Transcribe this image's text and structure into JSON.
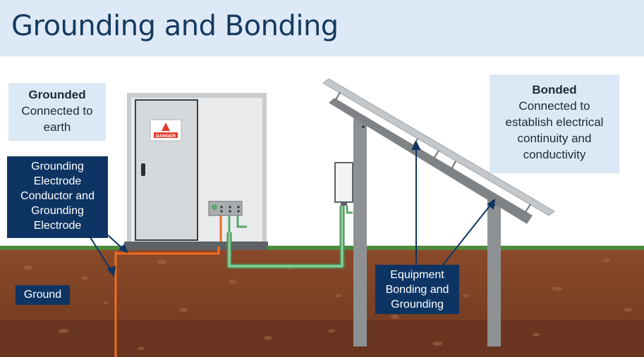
{
  "title": "Grounding and Bonding",
  "grounded": {
    "heading": "Grounded",
    "lines": [
      "Connected to",
      "earth"
    ]
  },
  "bonded": {
    "heading": "Bonded",
    "lines": [
      "Connected to",
      "establish electrical",
      "continuity and",
      "conductivity"
    ]
  },
  "gec_label": {
    "lines": [
      "Grounding",
      "Electrode",
      "Conductor and",
      "Grounding",
      "Electrode"
    ]
  },
  "ground_label": "Ground",
  "equipment_label": {
    "lines": [
      "Equipment",
      "Bonding and",
      "Grounding"
    ]
  },
  "danger_sign": "DANGER",
  "colors": {
    "header_bg": "#dde9f6",
    "title": "#163a5f",
    "soil": "#7a3f23",
    "grass": "#4f8a3a",
    "orange_conductor": "#f26b21",
    "green_conductor": "#5aa86a",
    "navy_box": "#0e3463",
    "light_box": "#dbe8f5"
  }
}
